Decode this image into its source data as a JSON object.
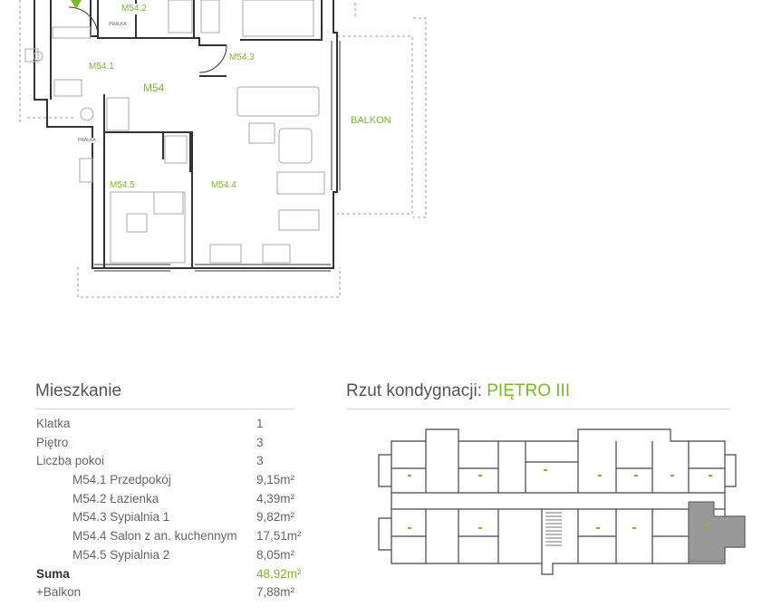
{
  "plan": {
    "unit_label": "M54",
    "rooms": [
      {
        "id": "m541",
        "label": "M54.1"
      },
      {
        "id": "m542",
        "label": "M54.2"
      },
      {
        "id": "m543",
        "label": "M54.3"
      },
      {
        "id": "m544",
        "label": "M54.4"
      },
      {
        "id": "m545",
        "label": "M54.5"
      }
    ],
    "balcony_label": "BALKON",
    "small_labels": [
      "PRALKA",
      "PRALKA"
    ]
  },
  "apartment": {
    "title": "Mieszkanie",
    "rows": [
      {
        "label": "Klatka",
        "value": "1"
      },
      {
        "label": "Piętro",
        "value": "3"
      },
      {
        "label": "Liczba pokoi",
        "value": "3"
      }
    ],
    "rooms": [
      {
        "label": "M54.1 Przedpokój",
        "value": "9,15m²"
      },
      {
        "label": "M54.2 Łazienka",
        "value": "4,39m²"
      },
      {
        "label": "M54.3 Sypialnia 1",
        "value": "9,82m²"
      },
      {
        "label": "M54.4 Salon z an. kuchennym",
        "value": "17,51m²"
      },
      {
        "label": "M54.5 Sypialnia 2",
        "value": "8,05m²"
      }
    ],
    "sum": {
      "label": "Suma",
      "value": "48,92m²"
    },
    "balcony": {
      "label": "+Balkon",
      "value": "7,88m²"
    }
  },
  "floor": {
    "title_prefix": "Rzut kondygnacji: ",
    "title_accent": "PIĘTRO III"
  },
  "colors": {
    "accent": "#7bb928",
    "wall": "#333333",
    "highlight": "#999999"
  }
}
